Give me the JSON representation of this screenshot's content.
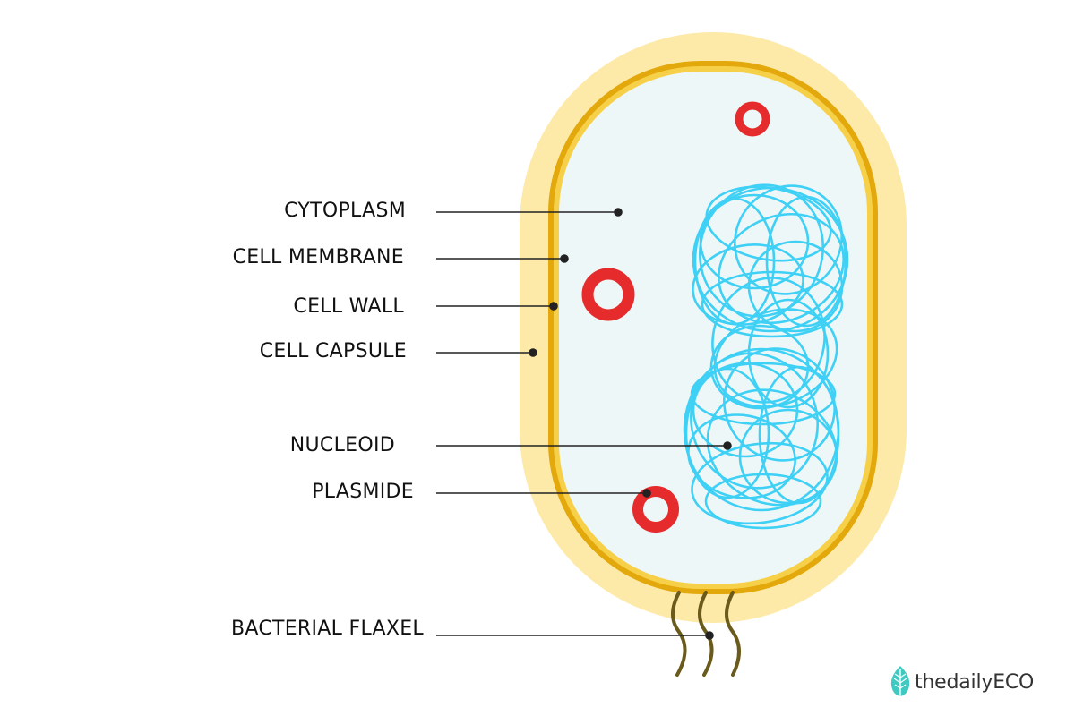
{
  "labels": {
    "cytoplasm": "CYTOPLASM",
    "cell_membrane": "CELL MEMBRANE",
    "cell_wall": "CELL WALL",
    "cell_capsule": "CELL CAPSULE",
    "nucleoid": "NUCLEOID",
    "plasmide": "PLASMIDE",
    "bacterial_flaxel": "BACTERIAL FLAXEL"
  },
  "brand": {
    "logo_text": "thedailyECO"
  },
  "colors": {
    "capsule": "#FDEAA8",
    "wall": "#E3A80C",
    "membrane": "#F7D04A",
    "cytoplasm": "#EEF7F8",
    "nucleoid": "#3FD0F5",
    "plasmid": "#E52B2B",
    "flagellum": "#6A5A1C",
    "leader_line": "#222222",
    "brand_leaf": "#3FC9C0"
  }
}
